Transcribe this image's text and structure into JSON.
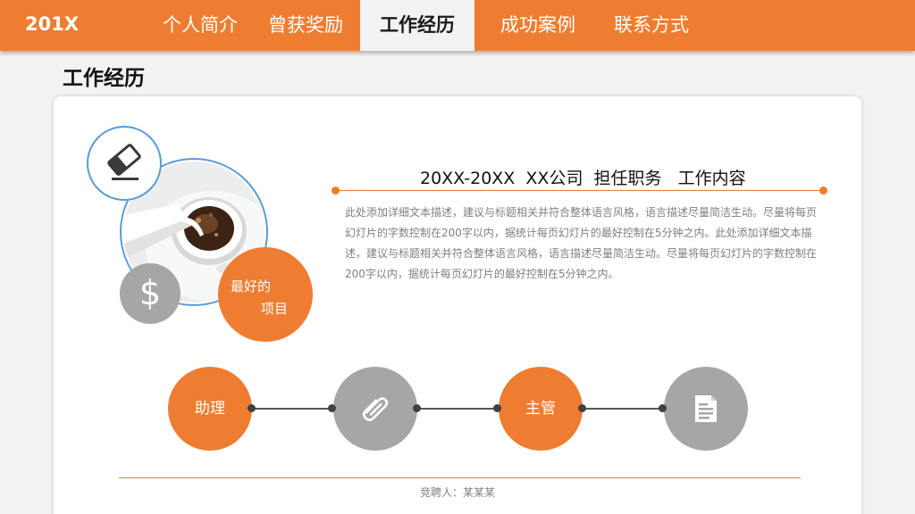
{
  "header": {
    "logo": "201X",
    "tabs": [
      {
        "label": "个人简介"
      },
      {
        "label": "曾获奖励"
      },
      {
        "label": "工作经历"
      },
      {
        "label": "成功案例"
      },
      {
        "label": "联系方式"
      }
    ],
    "active_tab": "工作经历"
  },
  "page": {
    "title": "工作经历"
  },
  "profile": {
    "icons": [
      "eraser-icon",
      "coffee-cup-image",
      "dollar-icon"
    ],
    "dollar_symbol": "$",
    "badge_line1": "最好的",
    "badge_line2": "项目"
  },
  "job": {
    "heading": "20XX-20XX  XX公司  担任职务   工作内容",
    "description": "此处添加详细文本描述，建议与标题相关并符合整体语言风格，语言描述尽量简洁生动。尽量将每页幻灯片的字数控制在200字以内，据统计每页幻灯片的最好控制在5分钟之内。此处添加详细文本描述，建议与标题相关并符合整体语言风格，语言描述尽量简洁生动。尽量将每页幻灯片的字数控制在200字以内，据统计每页幻灯片的最好控制在5分钟之内。"
  },
  "timeline": {
    "nodes": [
      {
        "type": "text",
        "label": "助理"
      },
      {
        "type": "icon",
        "icon": "paperclip-icon"
      },
      {
        "type": "text",
        "label": "主管"
      },
      {
        "type": "icon",
        "icon": "document-icon"
      }
    ]
  },
  "footer": {
    "text": "竞聘人：某某某"
  },
  "colors": {
    "accent": "#ee7d31",
    "gray": "#a6a6a6",
    "ring": "#5b9bd5"
  }
}
